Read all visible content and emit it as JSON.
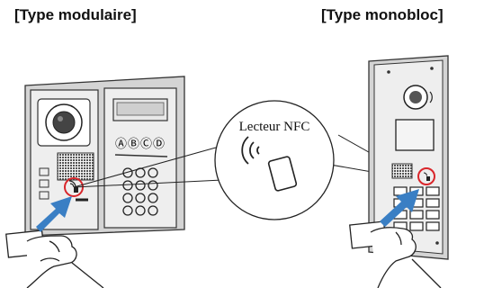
{
  "titles": {
    "modular": "[Type modulaire]",
    "monobloc": "[Type monobloc]"
  },
  "callout": {
    "label": "Lecteur NFC"
  },
  "keypad_button_glyphs": [
    "Ⓐ",
    "Ⓑ",
    "Ⓒ",
    "Ⓓ"
  ],
  "colors": {
    "arrow": "#3a7fc4",
    "reader_highlight": "#d9262b",
    "panel_frame": "#d4d4d4",
    "panel_face": "#eeeeee"
  }
}
